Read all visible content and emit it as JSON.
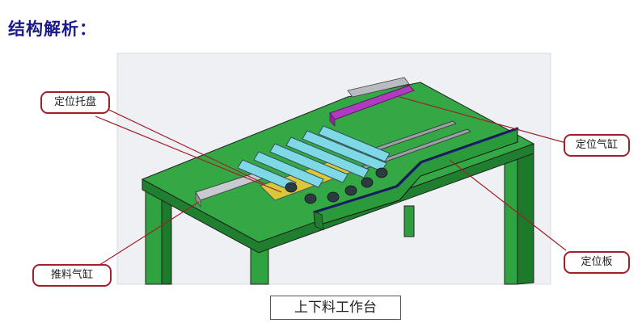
{
  "heading": "结构解析：",
  "callouts": {
    "positioning_tray": "定位托盘",
    "positioning_cylinder": "定位气缸",
    "positioning_plate": "定位板",
    "push_cylinder": "推料气缸"
  },
  "caption": "上下料工作台",
  "colors": {
    "heading": "#1a1a8c",
    "table_top": "#2e9e3e",
    "cylinder": "#b13bc0",
    "callout_border": "#a0202a",
    "rollers": "#7fd8e6"
  }
}
